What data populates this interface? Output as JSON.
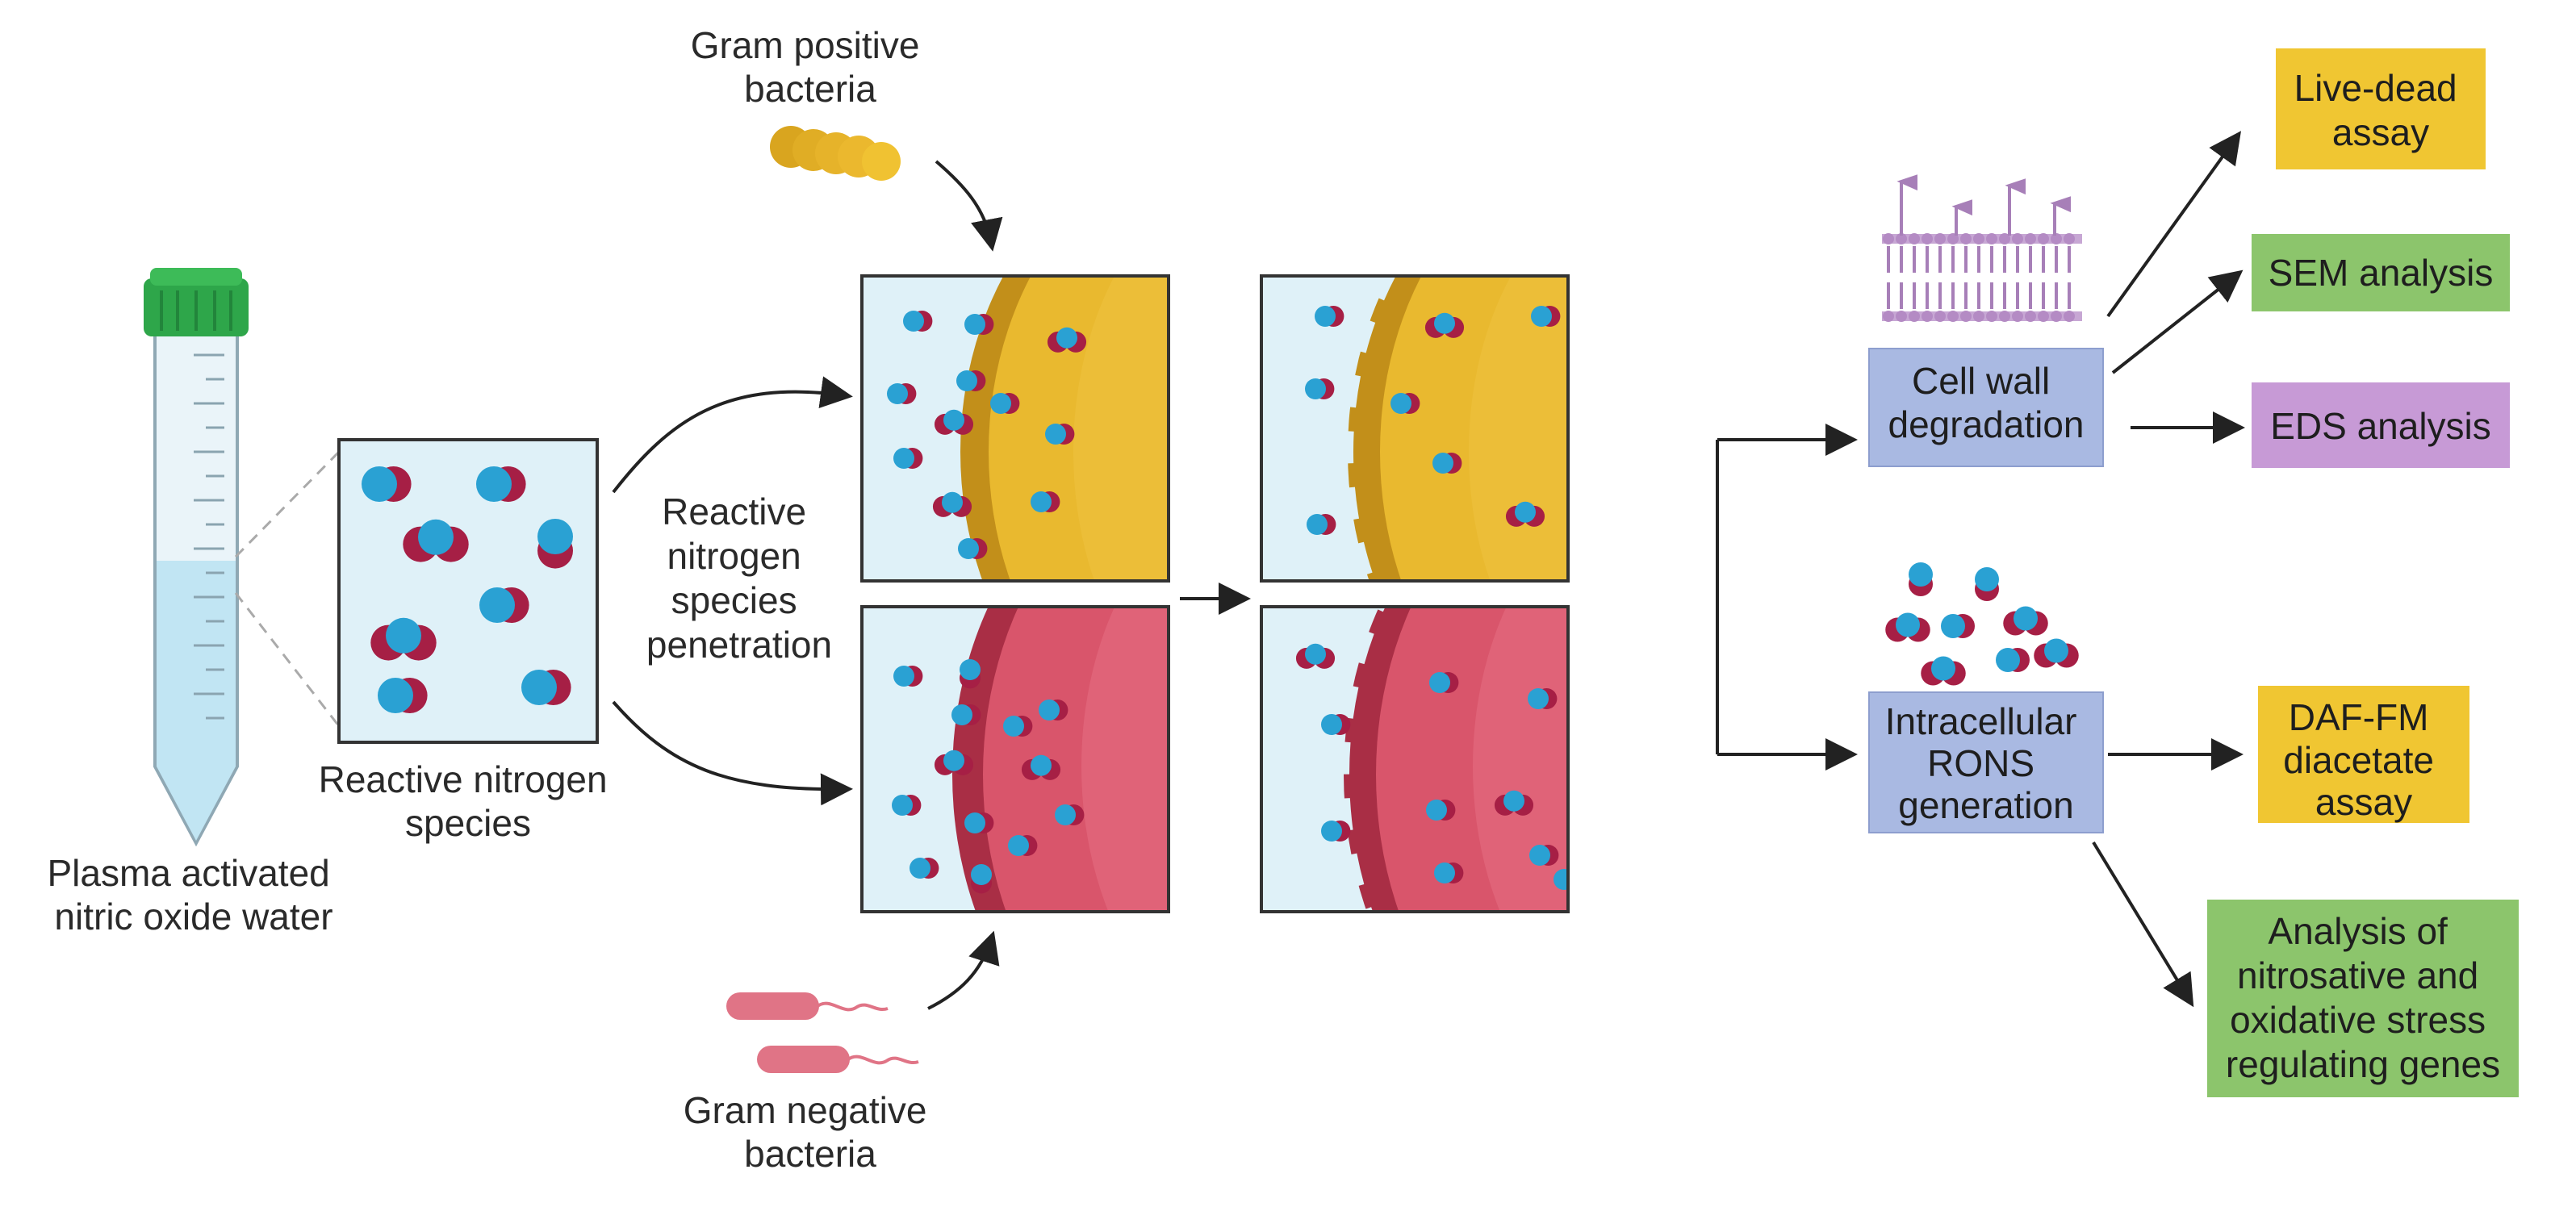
{
  "labels": {
    "tube": [
      "Plasma activated",
      "nitric oxide water"
    ],
    "rns": [
      "Reactive nitrogen",
      "species"
    ],
    "penetration": [
      "Reactive",
      "nitrogen",
      "species",
      "penetration"
    ],
    "gram_positive": [
      "Gram positive",
      "bacteria"
    ],
    "gram_negative": [
      "Gram negative",
      "bacteria"
    ]
  },
  "process_boxes": {
    "cell_wall": [
      "Cell wall",
      "degradation"
    ],
    "intracellular": [
      "Intracellular",
      "RONS",
      "generation"
    ]
  },
  "outcome_boxes": {
    "live_dead": [
      "Live-dead",
      "assay"
    ],
    "sem": [
      "SEM analysis"
    ],
    "eds": [
      "EDS analysis"
    ],
    "daf_fm": [
      "DAF-FM",
      "diacetate",
      "assay"
    ],
    "genes": [
      "Analysis of",
      "nitrosative and",
      "oxidative stress",
      "regulating genes"
    ]
  },
  "colors": {
    "gram_positive": "#e9b92f",
    "gram_negative": "#d9556b",
    "nitrogen_atom": "#2aa1d3",
    "oxygen_atom": "#a61f45",
    "process_box": "#a9b9e2",
    "live_dead_box": "#f0c632",
    "sem_box": "#8cc56c",
    "eds_box": "#c79ad6",
    "daf_box": "#f0c632",
    "genes_box": "#8cc56c",
    "tube_cap": "#2ea64a",
    "liquid": "#bfe4f2"
  }
}
